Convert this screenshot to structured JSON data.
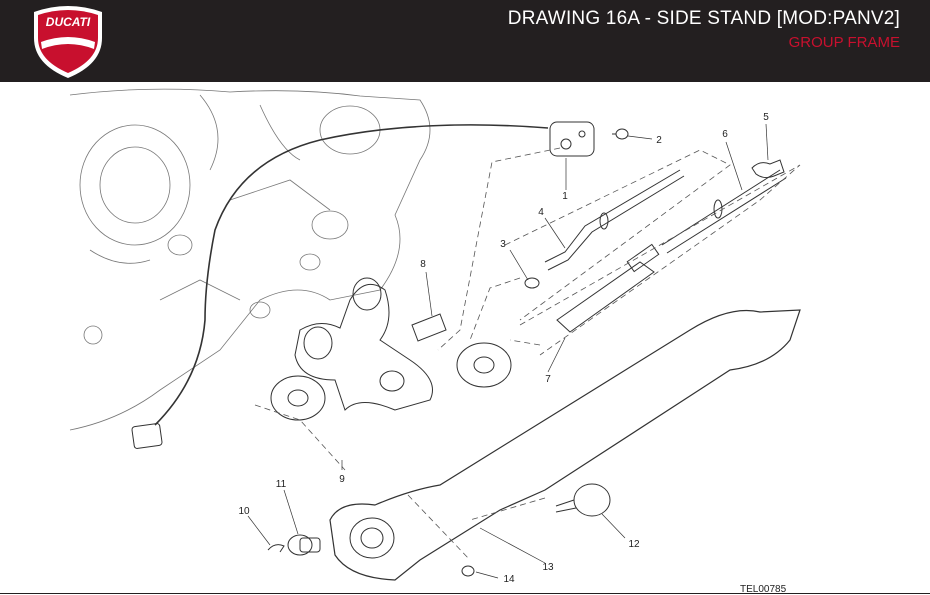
{
  "header": {
    "brand_logo_text": "DUCATI",
    "title": "DRAWING 16A - SIDE STAND [MOD:PANV2]",
    "subtitle": "GROUP FRAME",
    "colors": {
      "background": "#231f20",
      "accent": "#c8102e",
      "title": "#ffffff"
    }
  },
  "callouts": [
    "1",
    "2",
    "3",
    "4",
    "5",
    "6",
    "7",
    "8",
    "9",
    "10",
    "11",
    "12",
    "13",
    "14"
  ],
  "drawing_code": "TEL00785"
}
